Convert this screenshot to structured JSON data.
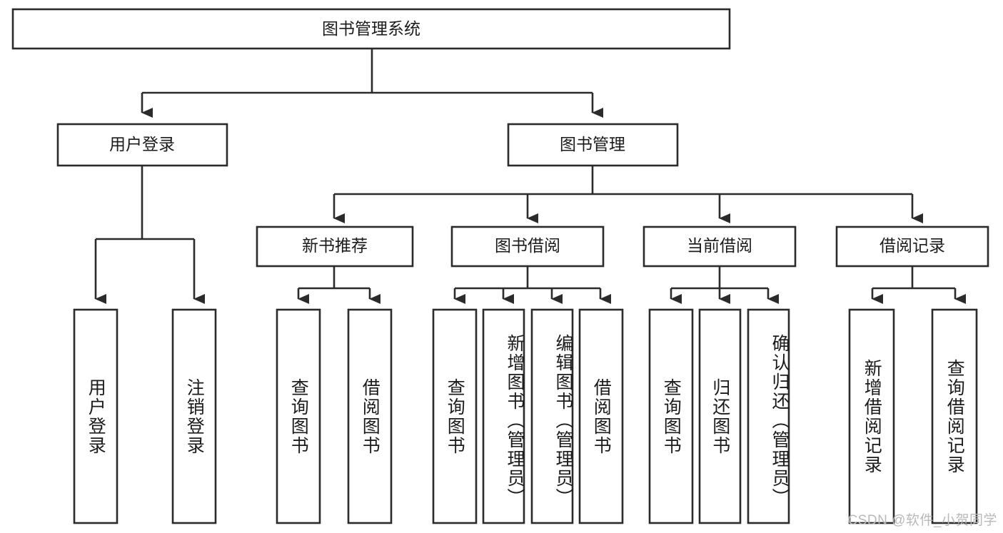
{
  "diagram": {
    "type": "tree",
    "title": "图书管理系统",
    "watermark": "CSDN @软件_小贺同学",
    "colors": {
      "stroke": "#2b2b2b",
      "fill": "#ffffff",
      "text": "#1b1b1b",
      "watermark": "#b9b9b9"
    },
    "root": {
      "label": "图书管理系统",
      "orientation": "horizontal"
    },
    "level1": [
      {
        "label": "用户登录",
        "orientation": "horizontal"
      },
      {
        "label": "图书管理",
        "orientation": "horizontal"
      }
    ],
    "level2": [
      {
        "label": "新书推荐",
        "orientation": "horizontal",
        "parent": "图书管理"
      },
      {
        "label": "图书借阅",
        "orientation": "horizontal",
        "parent": "图书管理"
      },
      {
        "label": "当前借阅",
        "orientation": "horizontal",
        "parent": "图书管理"
      },
      {
        "label": "借阅记录",
        "orientation": "horizontal",
        "parent": "图书管理"
      }
    ],
    "leaves": {
      "user_login": [
        {
          "label": "用户登录",
          "orientation": "vertical"
        },
        {
          "label": "注销登录",
          "orientation": "vertical"
        }
      ],
      "new_book_recommend": [
        {
          "label": "查询图书",
          "orientation": "vertical"
        },
        {
          "label": "借阅图书",
          "orientation": "vertical"
        }
      ],
      "book_borrow": [
        {
          "label": "查询图书",
          "orientation": "vertical"
        },
        {
          "label": "新增图书（管理员）",
          "orientation": "vertical"
        },
        {
          "label": "编辑图书（管理员）",
          "orientation": "vertical"
        },
        {
          "label": "借阅图书",
          "orientation": "vertical"
        }
      ],
      "current_borrow": [
        {
          "label": "查询图书",
          "orientation": "vertical"
        },
        {
          "label": "归还图书",
          "orientation": "vertical"
        },
        {
          "label": "确认归还（管理员）",
          "orientation": "vertical"
        }
      ],
      "borrow_record": [
        {
          "label": "新增借阅记录",
          "orientation": "vertical"
        },
        {
          "label": "查询借阅记录",
          "orientation": "vertical"
        }
      ]
    }
  }
}
